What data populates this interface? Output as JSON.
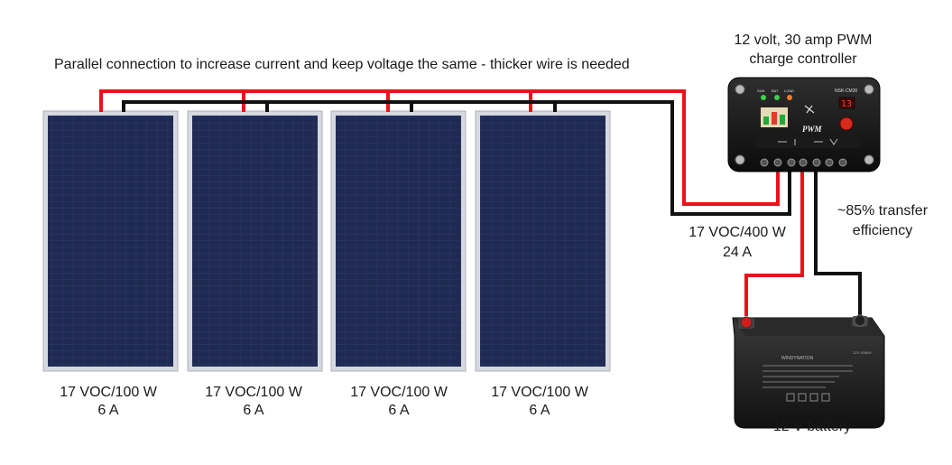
{
  "caption": "Parallel connection to increase current and keep voltage the same - thicker wire is needed",
  "controller": {
    "label_line1": "12 volt, 30 amp PWM",
    "label_line2": "charge controller",
    "brand_text": "PWM",
    "model_text": "NSK-CM30",
    "indicator_labels": [
      "SUN",
      "BAT",
      "LOAD"
    ],
    "display_value": "13"
  },
  "panels": [
    {
      "voltage_power": "17 VOC/100 W",
      "current": "6 A"
    },
    {
      "voltage_power": "17 VOC/100 W",
      "current": "6 A"
    },
    {
      "voltage_power": "17 VOC/100 W",
      "current": "6 A"
    },
    {
      "voltage_power": "17 VOC/100 W",
      "current": "6 A"
    }
  ],
  "combined": {
    "voltage_power": "17 VOC/400 W",
    "current": "24 A"
  },
  "efficiency": {
    "line1": "~85% transfer",
    "line2": "efficiency"
  },
  "battery": {
    "label": "12 V battery",
    "brand_text": "WINDYNATION",
    "spec_text": "12V 100AH"
  },
  "colors": {
    "positive_wire": "#e8131b",
    "negative_wire": "#111111",
    "panel_cell": "#1f2a52",
    "panel_frame": "#c9cdd3"
  }
}
